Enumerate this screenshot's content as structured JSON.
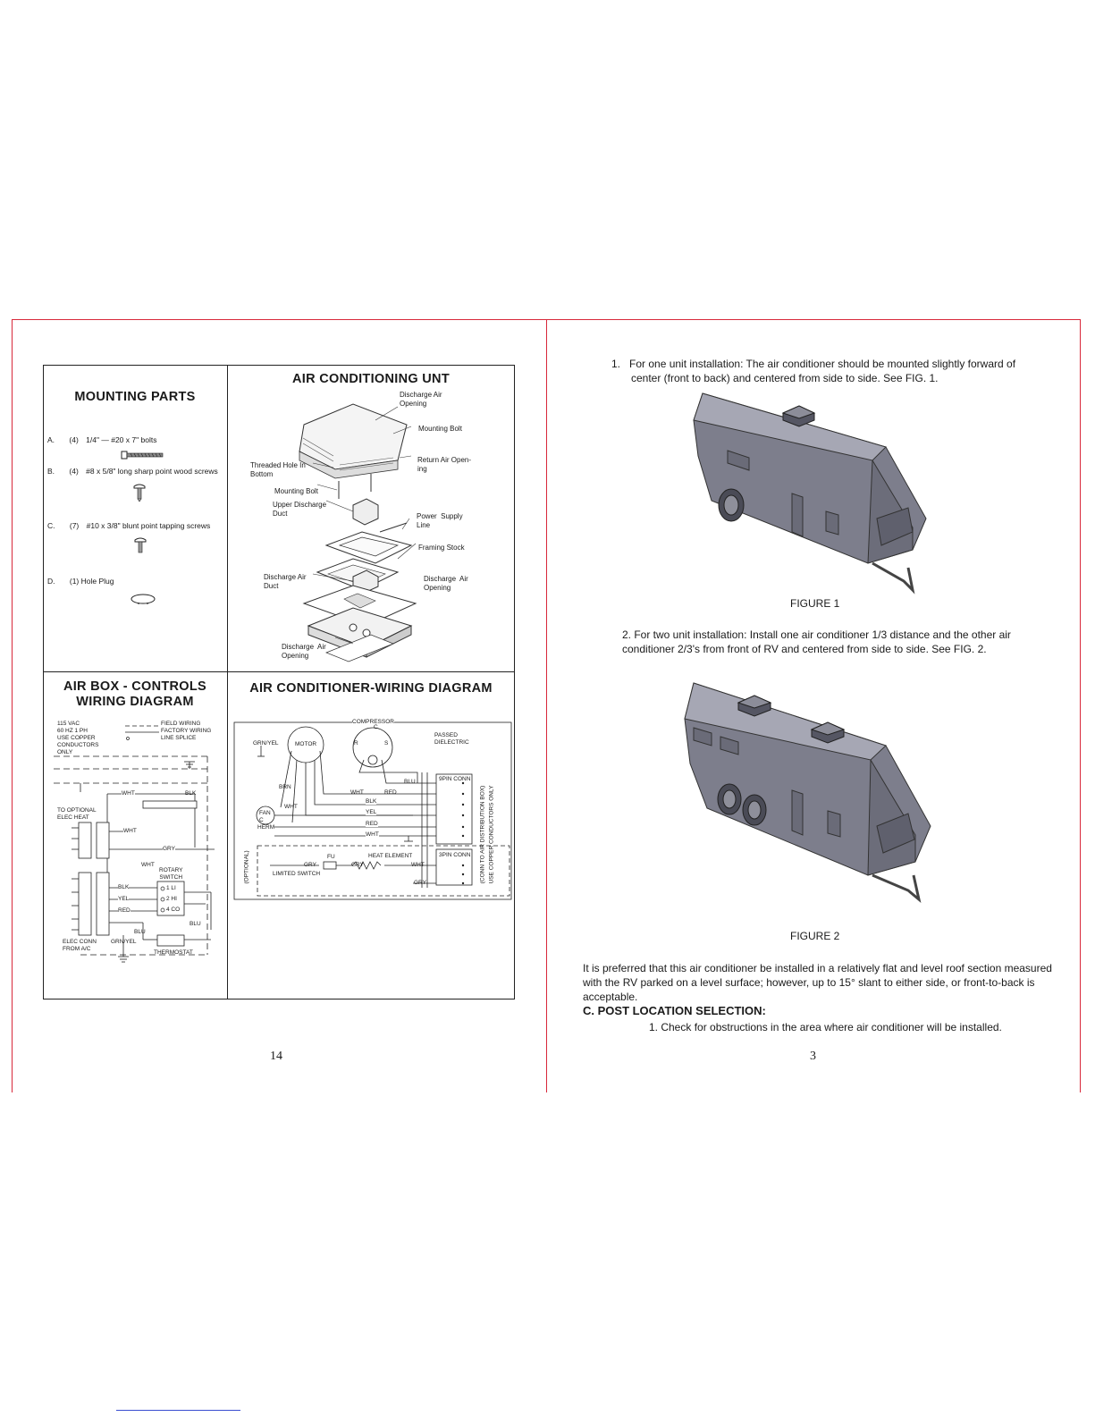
{
  "left_page": {
    "mounting_parts": {
      "title": "MOUNTING PARTS",
      "items": [
        {
          "letter": "A.",
          "qty": "(4)",
          "desc": "1/4\" — #20 x 7\" bolts"
        },
        {
          "letter": "B.",
          "qty": "(4)",
          "desc": "#8 x 5/8\" long sharp point wood screws"
        },
        {
          "letter": "C.",
          "qty": "(7)",
          "desc": "#10 x 3/8\" blunt point tapping screws"
        },
        {
          "letter": "D.",
          "qty": "(1)",
          "desc": "Hole Plug"
        }
      ]
    },
    "ac_unit": {
      "title": "AIR CONDITIONING UNT",
      "labels": {
        "discharge_top": "Discharge Air\nOpening",
        "mounting_bolt_top": "Mounting Bolt",
        "threaded_hole": "Threaded Hole In\nBottom",
        "return_air": "Return Air Open-\ning",
        "mounting_bolt": "Mounting Bolt",
        "upper_discharge": "Upper Discharge\nDuct",
        "power_supply": "Power  Supply\nLine",
        "framing_stock": "Framing Stock",
        "discharge_duct": "Discharge Air\nDuct",
        "discharge_right": "Discharge  Air\nOpening",
        "discharge_bottom": "Discharge  Air\nOpening"
      }
    },
    "air_box": {
      "title_line1": "AIR BOX - CONTROLS",
      "title_line2": "WIRING DIAGRAM",
      "legend_left": "115 VAC\n60 HZ 1 PH\nUSE COPPER\nCONDUCTORS\nONLY",
      "legend_field": "FIELD WIRING",
      "legend_factory": "FACTORY WIRING",
      "legend_splice": "LINE SPLICE",
      "wht": "WHT",
      "blk": "BLK",
      "to_optional": "TO OPTIONAL\nELEC HEAT",
      "gry": "GRY",
      "rotary": "ROTARY\nSWITCH",
      "yel": "YEL",
      "red": "RED",
      "blu": "BLU",
      "grn_yel": "GRN/YEL",
      "elec_conn": "ELEC CONN\nFROM A/C",
      "thermostat": "THERMOSTAT",
      "sw_li": "1 LI",
      "sw_hi": "2 HI",
      "sw_co": "4 CO"
    },
    "ac_wiring": {
      "title": "AIR CONDITIONER-WIRING DIAGRAM",
      "compressor": "COMPRESSOR",
      "motor": "MOTOR",
      "grn_yel": "GRN/YEL",
      "passed": "PASSED\nDIELECTRIC",
      "conn9": "9PIN CONN",
      "conn3": "3PIN CONN",
      "side1": "(CONN TO AIR DISTRIBUTION BOX)",
      "side2": "USE COPPER CONDUCTORS ONLY",
      "optional": "(OPTIONAL)",
      "limited": "LIMITED SWITCH",
      "heat_element": "HEAT ELEMENT",
      "fu": "FU",
      "brn": "BRN",
      "wht": "WHT",
      "red": "RED",
      "blu": "BLU",
      "blk": "BLK",
      "yel": "YEL",
      "gry": "GRY",
      "fan": "FAN",
      "herm": "HERM",
      "c": "C",
      "r": "R",
      "s": "S"
    },
    "page_number": "14"
  },
  "right_page": {
    "item1": "1.   For one unit installation: The air conditioner should be mounted slightly forward of",
    "item1b": "center (front to back) and centered from side to side. See FIG. 1.",
    "figure1": "FIGURE 1",
    "item2": "2. For two unit installation: Install one air conditioner 1/3 distance and the other air",
    "item2b": "conditioner 2/3's from front of RV and centered from side to side. See FIG. 2.",
    "figure2": "FIGURE 2",
    "para1": "It is preferred that this air conditioner be installed in a relatively flat and level roof section measured",
    "para2": "with the RV parked on a level surface; however, up to 15° slant to either side, or front-to-back is",
    "para3": "acceptable.",
    "section": "C. POST LOCATION SELECTION:",
    "check": "1. Check for obstructions in the area where air conditioner will be installed.",
    "page_number": "3"
  }
}
